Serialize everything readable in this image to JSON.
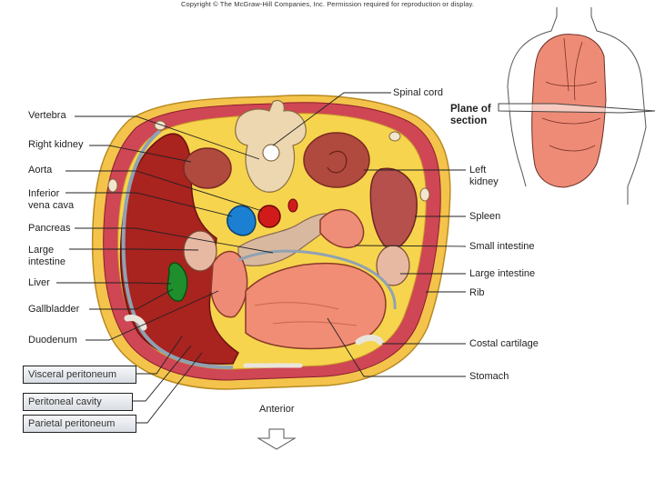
{
  "copyright": "Copyright © The McGraw-Hill Companies, Inc. Permission required for reproduction or display.",
  "labels": {
    "vertebra": "Vertebra",
    "right_kidney": "Right kidney",
    "aorta": "Aorta",
    "inferior_vena_cava": "Inferior\nvena cava",
    "pancreas": "Pancreas",
    "large_intestine_left": "Large\nintestine",
    "liver": "Liver",
    "gallbladder": "Gallbladder",
    "duodenum": "Duodenum",
    "visceral_peritoneum": "Visceral peritoneum",
    "peritoneal_cavity": "Peritoneal cavity",
    "parietal_peritoneum": "Parietal peritoneum",
    "spinal_cord": "Spinal cord",
    "plane_of_section": "Plane of\nsection",
    "left_kidney": "Left\nkidney",
    "spleen": "Spleen",
    "small_intestine": "Small intestine",
    "large_intestine_right": "Large intestine",
    "rib": "Rib",
    "costal_cartilage": "Costal cartilage",
    "stomach": "Stomach",
    "anterior": "Anterior"
  },
  "colors": {
    "skin": "#f0c14a",
    "fat": "#f7d44f",
    "muscle": "#c8323f",
    "liver": "#a9221d",
    "stomach": "#ee8a72",
    "kidney": "#b0453a",
    "spleen": "#b74a47",
    "aorta": "#d01818",
    "vena_cava": "#1a7fd0",
    "gallbladder": "#1e8a2c",
    "peritoneum": "#9aaab8"
  }
}
